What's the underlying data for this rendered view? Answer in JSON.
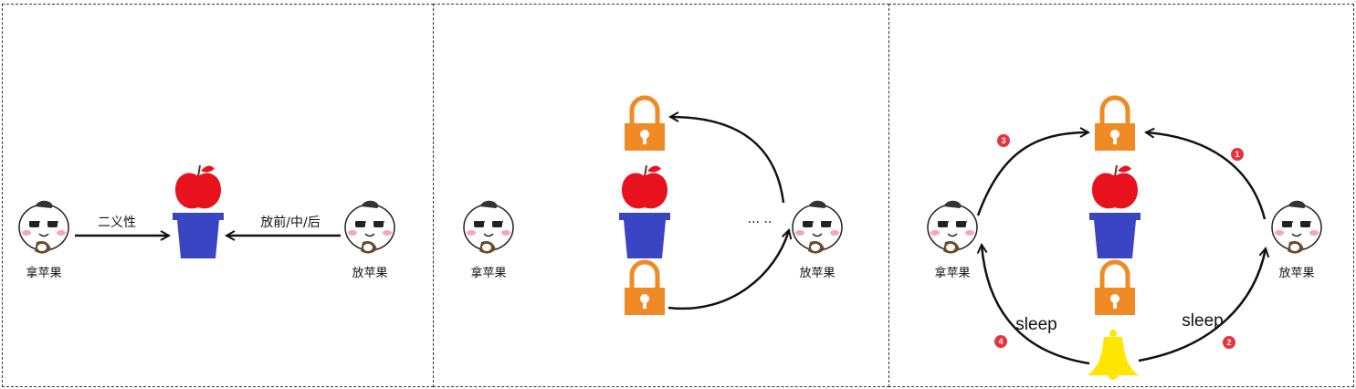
{
  "panel1": {
    "taker_label": "拿苹果",
    "putter_label": "放苹果",
    "left_arrow_label": "二义性",
    "right_arrow_label": "放前/中/后"
  },
  "panel2": {
    "taker_label": "拿苹果",
    "putter_label": "放苹果",
    "dots": "··· ··"
  },
  "panel3": {
    "taker_label": "拿苹果",
    "putter_label": "放苹果",
    "sleep_left": "sleep",
    "sleep_right": "sleep",
    "badges": [
      "1",
      "2",
      "3",
      "4"
    ]
  },
  "colors": {
    "apple": "#e8121f",
    "basket": "#3a45c4",
    "lock": "#f08a24",
    "bell": "#ffe600",
    "badge": "#e8323c"
  }
}
